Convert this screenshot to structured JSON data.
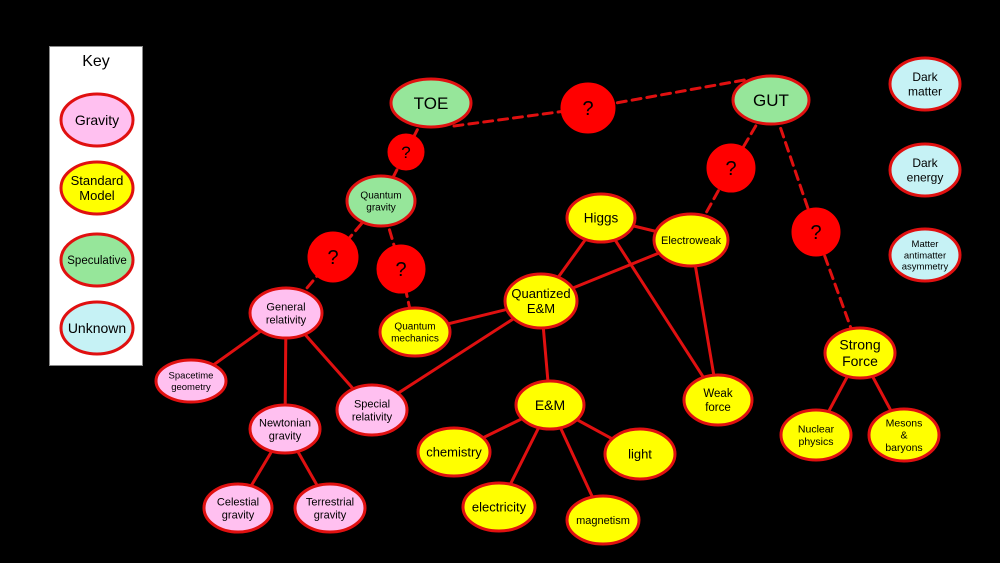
{
  "key": {
    "title": "Key",
    "items": [
      {
        "id": "gravity",
        "label": "Gravity",
        "color": "#ffc0f0"
      },
      {
        "id": "standard",
        "label": "Standard\nModel",
        "color": "#ffff00"
      },
      {
        "id": "speculative",
        "label": "Speculative",
        "color": "#96e69a"
      },
      {
        "id": "unknown",
        "label": "Unknown",
        "color": "#c6f2f5"
      }
    ]
  },
  "colors": {
    "gravity": "#ffc0f0",
    "standard": "#ffff00",
    "speculative": "#96e69a",
    "unknown": "#c6f2f5",
    "question": "#ff0000",
    "border": "#e01010",
    "edge": "#e01010",
    "background": "#000000"
  },
  "question_mark": "?",
  "nodes": [
    {
      "id": "toe",
      "label": "TOE",
      "category": "speculative"
    },
    {
      "id": "gut",
      "label": "GUT",
      "category": "speculative"
    },
    {
      "id": "quantum-gravity",
      "label": "Quantum\ngravity",
      "category": "speculative"
    },
    {
      "id": "general-relativity",
      "label": "General\nrelativity",
      "category": "gravity"
    },
    {
      "id": "spacetime-geometry",
      "label": "Spacetime\ngeometry",
      "category": "gravity"
    },
    {
      "id": "newtonian-gravity",
      "label": "Newtonian\ngravity",
      "category": "gravity"
    },
    {
      "id": "special-relativity",
      "label": "Special\nrelativity",
      "category": "gravity"
    },
    {
      "id": "celestial-gravity",
      "label": "Celestial\ngravity",
      "category": "gravity"
    },
    {
      "id": "terrestrial-gravity",
      "label": "Terrestrial\ngravity",
      "category": "gravity"
    },
    {
      "id": "quantum-mechanics",
      "label": "Quantum\nmechanics",
      "category": "standard"
    },
    {
      "id": "quantized-em",
      "label": "Quantized\nE&M",
      "category": "standard"
    },
    {
      "id": "higgs",
      "label": "Higgs",
      "category": "standard"
    },
    {
      "id": "electroweak",
      "label": "Electroweak",
      "category": "standard"
    },
    {
      "id": "weak-force",
      "label": "Weak\nforce",
      "category": "standard"
    },
    {
      "id": "em",
      "label": "E&M",
      "category": "standard"
    },
    {
      "id": "chemistry",
      "label": "chemistry",
      "category": "standard"
    },
    {
      "id": "light",
      "label": "light",
      "category": "standard"
    },
    {
      "id": "electricity",
      "label": "electricity",
      "category": "standard"
    },
    {
      "id": "magnetism",
      "label": "magnetism",
      "category": "standard"
    },
    {
      "id": "strong-force",
      "label": "Strong\nForce",
      "category": "standard"
    },
    {
      "id": "nuclear-physics",
      "label": "Nuclear\nphysics",
      "category": "standard"
    },
    {
      "id": "mesons-baryons",
      "label": "Mesons\n&\nbaryons",
      "category": "standard"
    },
    {
      "id": "dark-matter",
      "label": "Dark\nmatter",
      "category": "unknown"
    },
    {
      "id": "dark-energy",
      "label": "Dark\nenergy",
      "category": "unknown"
    },
    {
      "id": "matter-antimatter",
      "label": "Matter\nantimatter\nasymmetry",
      "category": "unknown"
    },
    {
      "id": "q1",
      "label": "?",
      "category": "question"
    },
    {
      "id": "q2",
      "label": "?",
      "category": "question"
    },
    {
      "id": "q3",
      "label": "?",
      "category": "question"
    },
    {
      "id": "q4",
      "label": "?",
      "category": "question"
    },
    {
      "id": "q5",
      "label": "?",
      "category": "question"
    },
    {
      "id": "q6",
      "label": "?",
      "category": "question"
    }
  ],
  "edges": [
    {
      "from": "toe",
      "to": "gut",
      "style": "dashed"
    },
    {
      "from": "toe",
      "to": "quantum-gravity",
      "style": "dashed"
    },
    {
      "from": "gut",
      "to": "electroweak",
      "style": "dashed"
    },
    {
      "from": "gut",
      "to": "strong-force",
      "style": "dashed"
    },
    {
      "from": "quantum-gravity",
      "to": "general-relativity",
      "style": "dashed"
    },
    {
      "from": "quantum-gravity",
      "to": "quantum-mechanics",
      "style": "dashed"
    },
    {
      "from": "general-relativity",
      "to": "spacetime-geometry",
      "style": "solid"
    },
    {
      "from": "general-relativity",
      "to": "newtonian-gravity",
      "style": "solid"
    },
    {
      "from": "general-relativity",
      "to": "special-relativity",
      "style": "solid"
    },
    {
      "from": "newtonian-gravity",
      "to": "celestial-gravity",
      "style": "solid"
    },
    {
      "from": "newtonian-gravity",
      "to": "terrestrial-gravity",
      "style": "solid"
    },
    {
      "from": "quantum-mechanics",
      "to": "quantized-em",
      "style": "solid"
    },
    {
      "from": "special-relativity",
      "to": "quantized-em",
      "style": "solid"
    },
    {
      "from": "quantized-em",
      "to": "electroweak",
      "style": "solid"
    },
    {
      "from": "higgs",
      "to": "quantized-em",
      "style": "solid"
    },
    {
      "from": "higgs",
      "to": "electroweak",
      "style": "solid"
    },
    {
      "from": "higgs",
      "to": "weak-force",
      "style": "solid"
    },
    {
      "from": "electroweak",
      "to": "weak-force",
      "style": "solid"
    },
    {
      "from": "quantized-em",
      "to": "em",
      "style": "solid"
    },
    {
      "from": "em",
      "to": "chemistry",
      "style": "solid"
    },
    {
      "from": "em",
      "to": "light",
      "style": "solid"
    },
    {
      "from": "em",
      "to": "electricity",
      "style": "solid"
    },
    {
      "from": "em",
      "to": "magnetism",
      "style": "solid"
    },
    {
      "from": "strong-force",
      "to": "nuclear-physics",
      "style": "solid"
    },
    {
      "from": "strong-force",
      "to": "mesons-baryons",
      "style": "solid"
    }
  ]
}
